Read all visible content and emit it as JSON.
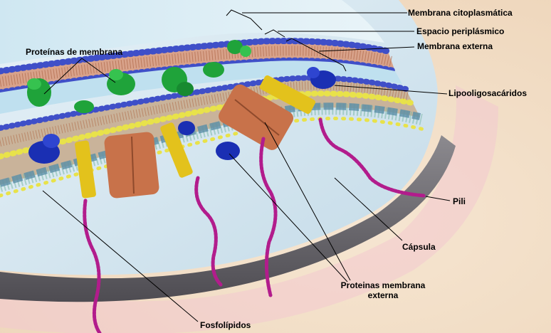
{
  "labels": {
    "membrana_citoplasmatica": "Membrana citoplasmática",
    "espacio_periplasmico": "Espacio periplásmico",
    "membrana_externa": "Membrana externa",
    "lipooligosacaridos": "Lipooligosacáridos",
    "proteinas_de_membrana": "Proteínas de membrana",
    "pili": "Pili",
    "capsula": "Cápsula",
    "proteinas_membrana_externa": "Proteinas membrana externa",
    "fosfolipidos": "Fosfolípidos"
  },
  "colors": {
    "background": "#f1dcc4",
    "capsule": "#cfe3ee",
    "inner_membrane_heads": "#3f4fc8",
    "outer_membrane_heads": "#e8e24a",
    "lipid_tails": "#b06a4a",
    "membrane_protein": "#1fa33a",
    "porin": "#c8724a",
    "lipoprotein": "#e3c21c",
    "lps_blue": "#1a2fb3",
    "pili": "#b21c8c",
    "rim_shadow": "#6d6a6e",
    "leader_line": "#000000"
  }
}
